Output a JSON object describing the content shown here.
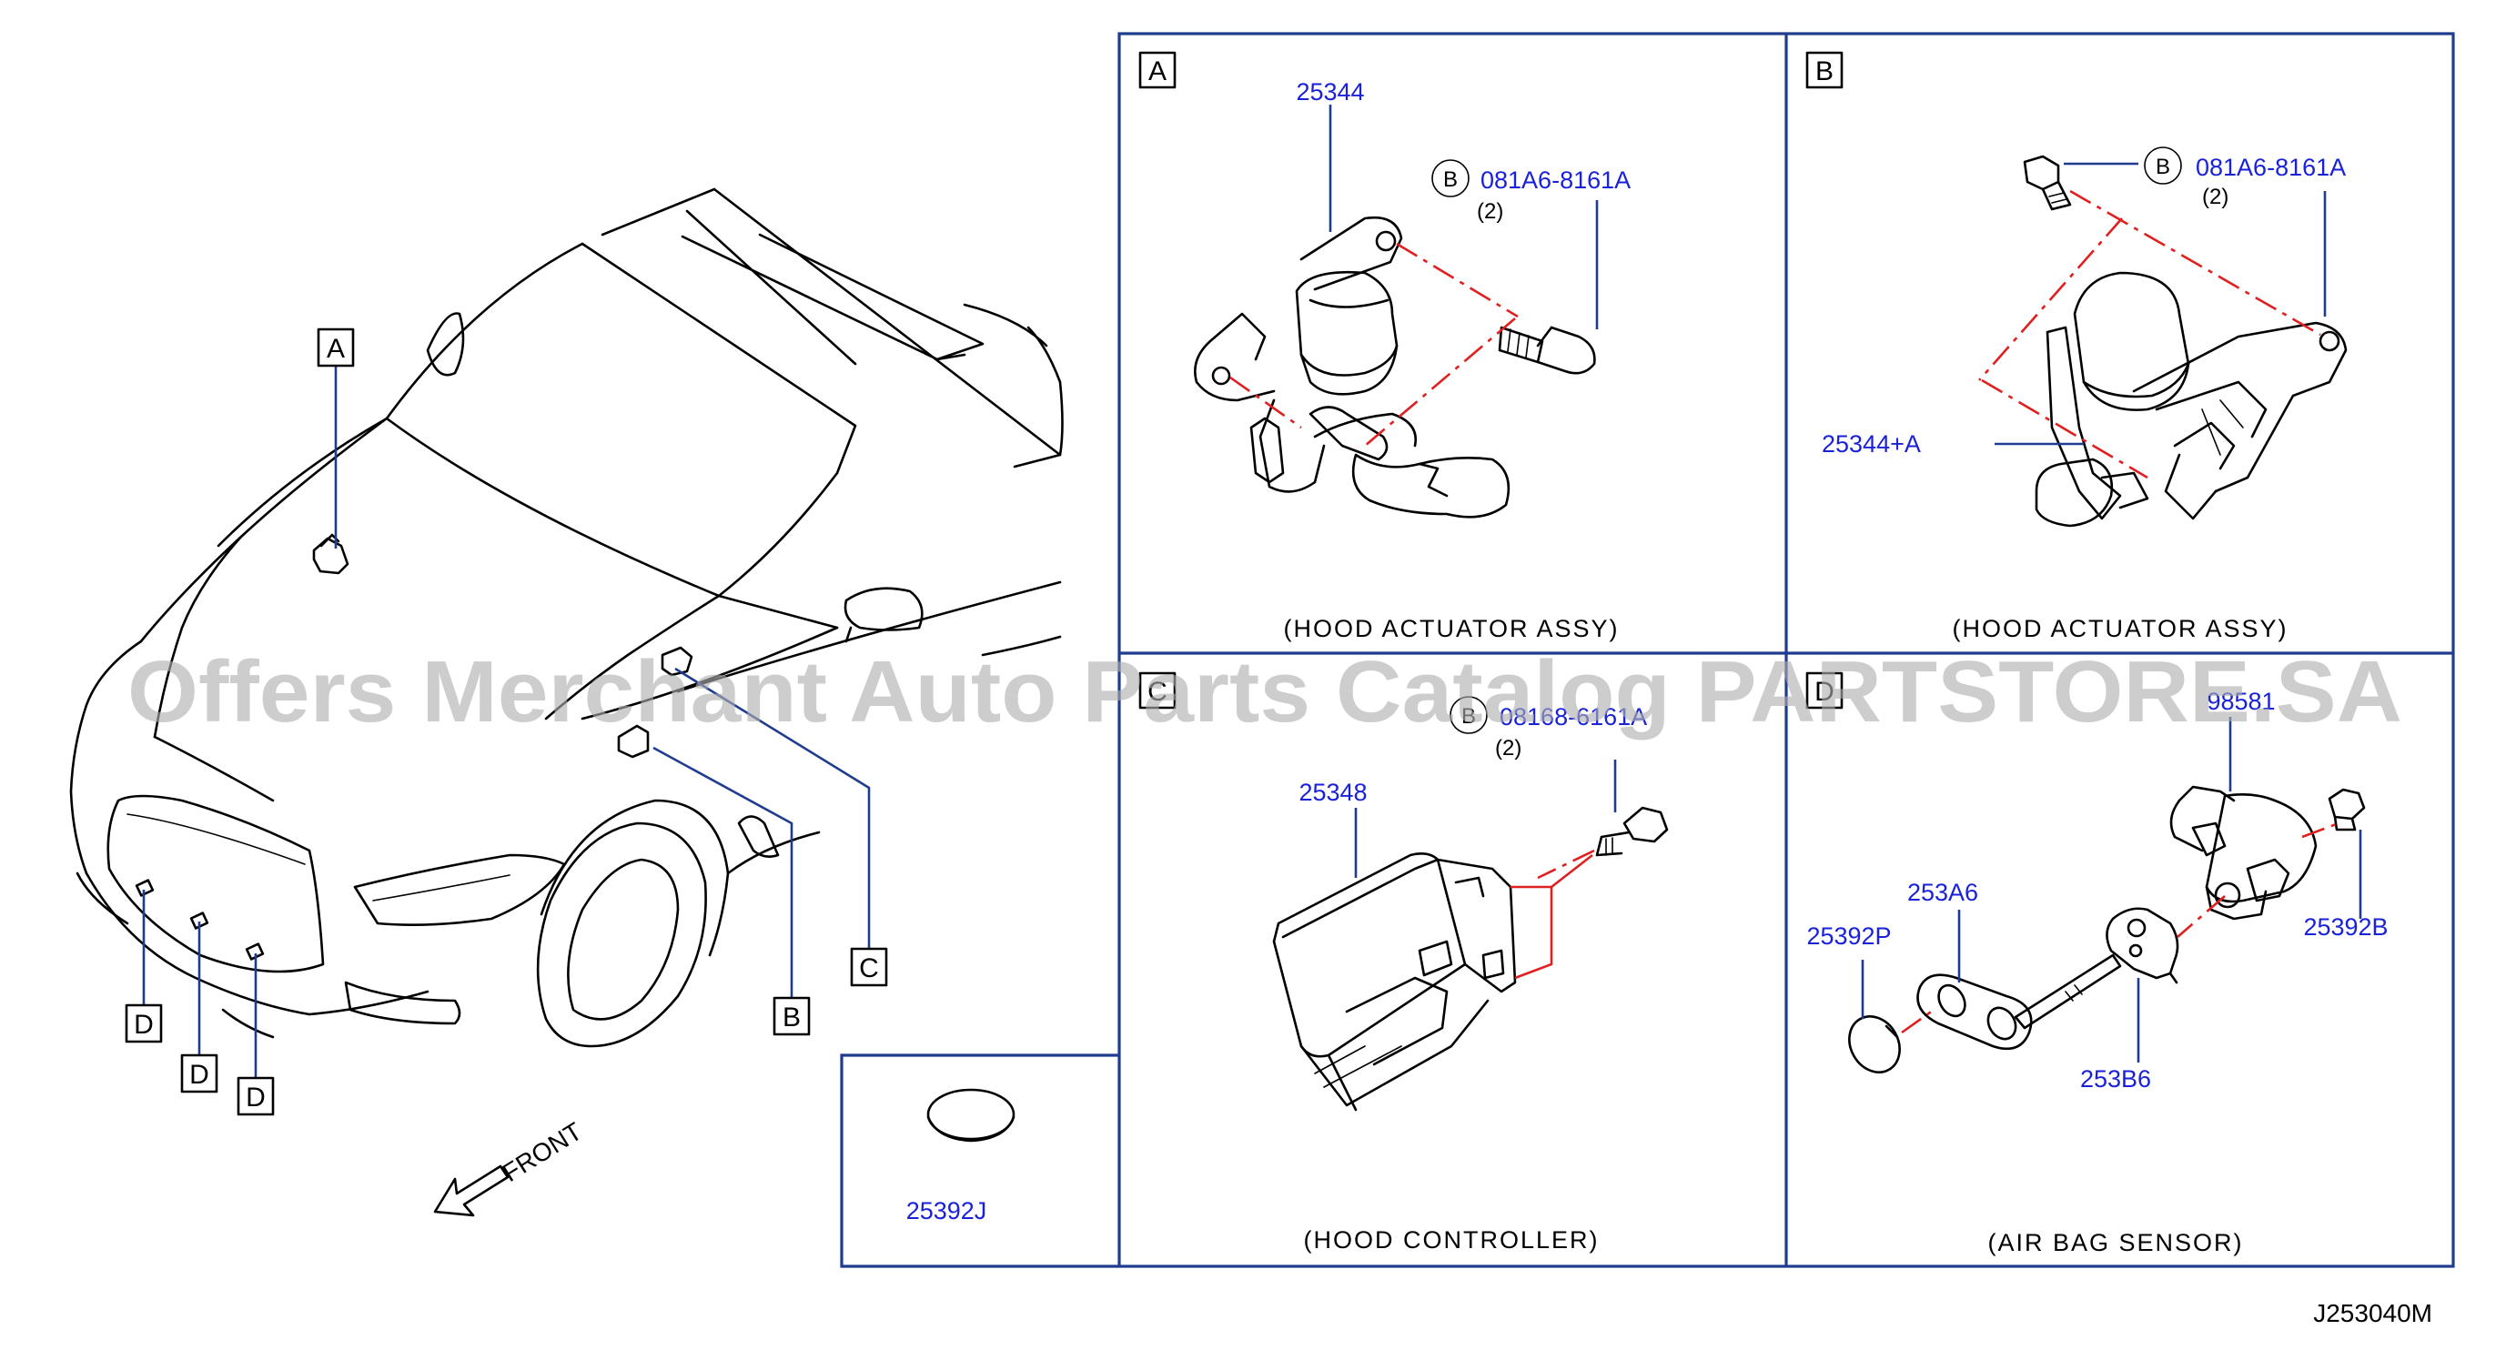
{
  "watermark": "Offers Merchant Auto Parts Catalog PARTSTORE.SA",
  "diagram_id": "J253040M",
  "front_label": "FRONT",
  "car_callouts": [
    "A",
    "B",
    "C",
    "D",
    "D",
    "D"
  ],
  "panels": {
    "A": {
      "letter": "A",
      "caption": "(HOOD  ACTUATOR  ASSY)",
      "part_main": "25344",
      "bolt_letter": "B",
      "bolt_part": "081A6-8161A",
      "bolt_qty": "(2)"
    },
    "B": {
      "letter": "B",
      "caption": "(HOOD  ACTUATOR  ASSY)",
      "part_main": "25344+A",
      "bolt_letter": "B",
      "bolt_part": "081A6-8161A",
      "bolt_qty": "(2)"
    },
    "C": {
      "letter": "C",
      "caption": "(HOOD  CONTROLLER)",
      "part_main": "25348",
      "bolt_letter": "B",
      "bolt_part": "08168-6161A",
      "bolt_qty": "(2)"
    },
    "D": {
      "letter": "D",
      "caption": "(AIR  BAG  SENSOR)",
      "part_sensor": "98581",
      "part_nut": "25392B",
      "part_plate": "253A6",
      "part_clip": "25392P",
      "part_bracket": "253B6"
    },
    "J": {
      "part": "25392J"
    }
  }
}
